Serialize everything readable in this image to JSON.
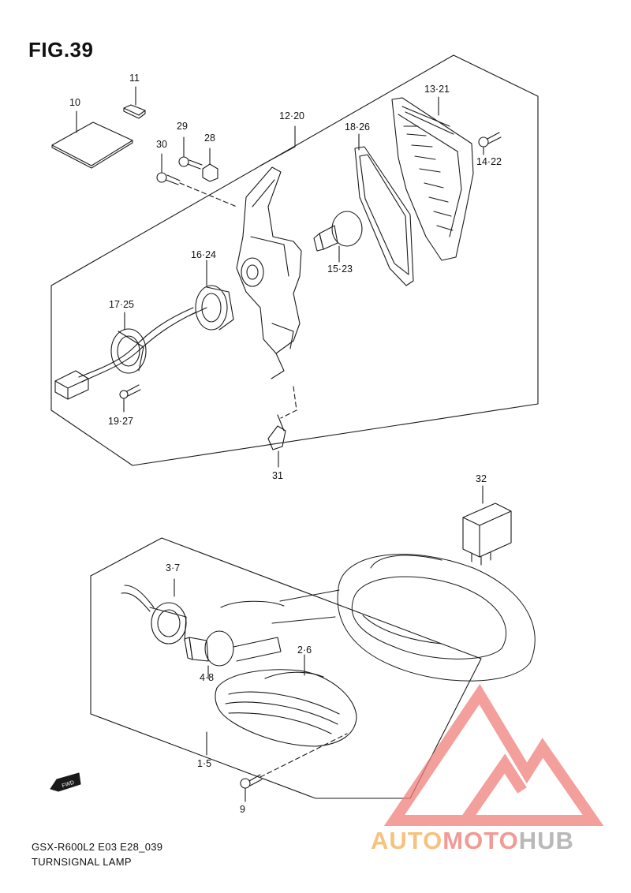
{
  "figure": {
    "title": "FIG.39"
  },
  "labels": {
    "p10": "10",
    "p11": "11",
    "p29": "29",
    "p30": "30",
    "p28": "28",
    "p12_20": "12·20",
    "p18_26": "18·26",
    "p13_21": "13·21",
    "p14_22": "14·22",
    "p15_23": "15·23",
    "p16_24": "16·24",
    "p17_25": "17·25",
    "p19_27": "19·27",
    "p31": "31",
    "p32": "32",
    "p3_7": "3·7",
    "p2_6": "2·6",
    "p4_8": "4·8",
    "p1_5": "1·5",
    "p9": "9"
  },
  "fwd_marker": "FWD",
  "footer": {
    "code": "GSX-R600L2 E03 E28_039",
    "name": "TURNSIGNAL LAMP"
  },
  "watermark": {
    "part1": "AUTO",
    "part2": "MOTO",
    "part3": "HUB",
    "colors": {
      "auto": "#f6c27e",
      "moto": "#f29a95",
      "hub": "#b9b9b9",
      "logo": "#f07f7a"
    }
  }
}
